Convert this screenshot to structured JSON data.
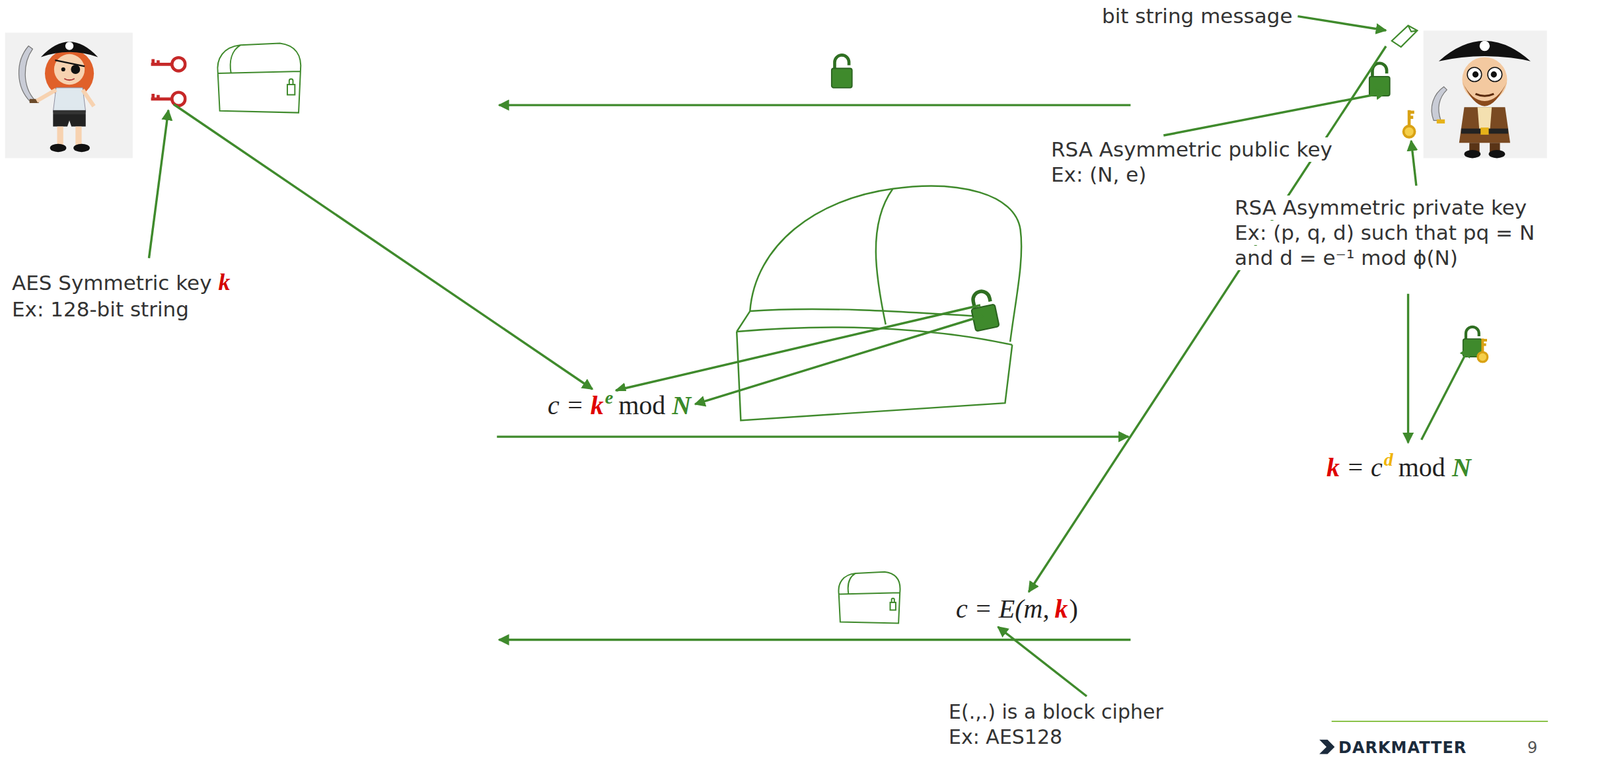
{
  "diagram": {
    "labels": [
      "bit string message",
      "RSA Asymmetric public key",
      "Ex: (N, e)",
      "RSA Asymmetric private key",
      "Ex: (p, q, d) such that pq = N",
      "and d = e⁻¹ mod ϕ(N)",
      "AES Symmetric key",
      "k",
      "Ex: 128-bit string",
      "c =",
      "k",
      "e",
      "mod",
      "N",
      "k",
      "= c",
      "d",
      "mod",
      "N",
      "c = E(m,",
      "k",
      ")",
      "E(.,.) is a block cipher",
      "Ex: AES128",
      "DARKMATTER",
      "9"
    ]
  }
}
